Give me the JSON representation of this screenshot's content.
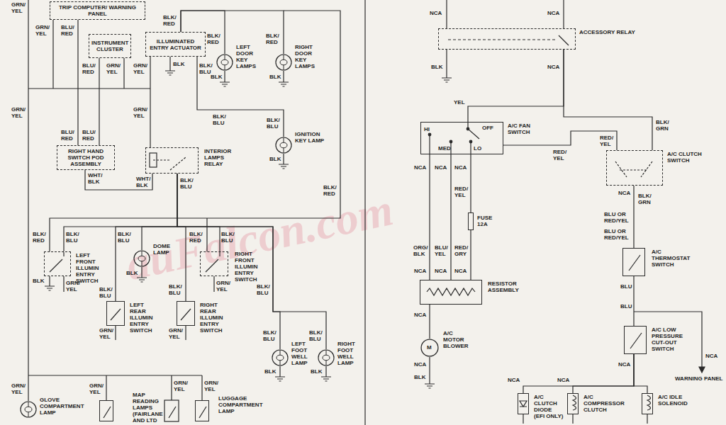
{
  "diagram": {
    "nodes": [
      {
        "text": [
          "TRIP COMPUTER/ WARNING PANEL"
        ]
      },
      {
        "text": [
          "INSTRUMENT CLUSTER"
        ]
      },
      {
        "text": [
          "ILLUMINATED ENTRY ACTUATOR"
        ]
      },
      {
        "text": [
          "LEFT DOOR KEY LAMPS"
        ]
      },
      {
        "text": [
          "RIGHT DOOR KEY LAMPS"
        ]
      },
      {
        "text": [
          "RIGHT HAND SWITCH POD ASSEMBLY"
        ]
      },
      {
        "text": [
          "INTERIOR LAMPS RELAY"
        ]
      },
      {
        "text": [
          "IGNITION KEY LAMP"
        ]
      },
      {
        "text": [
          "LEFT FRONT ILLUMIN ENTRY SWITCH"
        ]
      },
      {
        "text": [
          "DOME LAMP"
        ]
      },
      {
        "text": [
          "RIGHT FRONT ILLUMIN ENTRY SWITCH"
        ]
      },
      {
        "text": [
          "LEFT REAR ILLUMIN ENTRY SWITCH"
        ]
      },
      {
        "text": [
          "RIGHT REAR ILLUMIN ENTRY SWITCH"
        ]
      },
      {
        "text": [
          "LEFT FOOT WELL LAMP"
        ]
      },
      {
        "text": [
          "RIGHT FOOT WELL LAMP"
        ]
      },
      {
        "text": [
          "GLOVE COMPARTMENT LAMP"
        ]
      },
      {
        "text": [
          "MAP READING LAMPS (FAIRLANE AND LTD"
        ]
      },
      {
        "text": [
          "LUGGAGE COMPARTMENT LAMP"
        ]
      },
      {
        "text": [
          "ACCESSORY RELAY"
        ]
      },
      {
        "text": [
          "A/C FAN SWITCH"
        ]
      },
      {
        "text": [
          "FUSE 12A"
        ]
      },
      {
        "text": [
          "RESISTOR ASSEMBLY"
        ]
      },
      {
        "text": [
          "A/C MOTOR BLOWER"
        ]
      },
      {
        "text": [
          "A/C CLUTCH SWITCH"
        ]
      },
      {
        "text": [
          "A/C THERMOSTAT SWITCH"
        ]
      },
      {
        "text": [
          "A/C LOW PRESSURE CUT-OUT SWITCH"
        ]
      },
      {
        "text": [
          "A/C CLUTCH DIODE (EFI ONLY)"
        ]
      },
      {
        "text": [
          "A/C COMPRESSOR CLUTCH"
        ]
      },
      {
        "text": [
          "A/C IDLE SOLENOID"
        ]
      }
    ],
    "edges": [
      {
        "from": 18,
        "to": 19,
        "arrow": "none",
        "label": "YEL"
      },
      {
        "from": 18,
        "to": 23,
        "arrow": "none",
        "label": "BLK/ GRN"
      },
      {
        "from": 19,
        "to": 21,
        "arrow": "none"
      },
      {
        "from": 21,
        "to": 22,
        "arrow": "none"
      },
      {
        "from": 23,
        "to": 24,
        "arrow": "none"
      },
      {
        "from": 24,
        "to": 25,
        "arrow": "none"
      },
      {
        "from": 25,
        "to": 26,
        "arrow": "none"
      },
      {
        "from": 25,
        "to": 27,
        "arrow": "none"
      },
      {
        "from": 25,
        "to": 28,
        "arrow": "none"
      },
      {
        "from": 2,
        "to": 3,
        "arrow": "none"
      },
      {
        "from": 2,
        "to": 4,
        "arrow": "none"
      },
      {
        "from": 2,
        "to": 7,
        "arrow": "none"
      },
      {
        "from": 6,
        "to": 5,
        "arrow": "none"
      },
      {
        "from": 6,
        "to": 8,
        "arrow": "none"
      },
      {
        "from": 6,
        "to": 9,
        "arrow": "none"
      },
      {
        "from": 6,
        "to": 10,
        "arrow": "none"
      },
      {
        "from": 6,
        "to": 11,
        "arrow": "none"
      },
      {
        "from": 6,
        "to": 12,
        "arrow": "none"
      },
      {
        "from": 6,
        "to": 13,
        "arrow": "none"
      },
      {
        "from": 6,
        "to": 14,
        "arrow": "none"
      }
    ],
    "labels": [
      "GRN/ YEL",
      "GRN/ YEL",
      "BLU/ RED",
      "BLK/ RED",
      "BLU/ RED",
      "GRN/ YEL",
      "GRN/ YEL",
      "BLK",
      "BLK/ BLU",
      "BLK/ RED",
      "BLK/ RED",
      "BLK",
      "BLK",
      "GRN/ YEL",
      "BLU/ RED",
      "BLU/ RED",
      "GRN/ YEL",
      "WHT/ BLK",
      "WHT/ BLK",
      "BLK/ BLU",
      "BLK/ BLU",
      "BLK/ BLU",
      "BLK",
      "BLK/ RED",
      "BLK/ RED",
      "BLK/ BLU",
      "BLK/ BLU",
      "BLK/ RED",
      "BLK/ BLU",
      "BLK",
      "GRN/ YEL",
      "BLK",
      "GRN/ YEL",
      "BLK/ BLU",
      "BLK/ BLU",
      "BLK/ BLU",
      "GRN/ YEL",
      "GRN/ YEL",
      "BLK/ BLU",
      "BLK/ BLU",
      "BLK",
      "BLK",
      "GRN/ YEL",
      "GRN/ YEL",
      "GRN/ YEL",
      "GRN/ YEL",
      "NCA",
      "NCA",
      "BLK",
      "NCA",
      "HI",
      "OFF",
      "MED",
      "LO",
      "NCA",
      "NCA",
      "NCA",
      "RED/ YEL",
      "ORG/ BLK",
      "BLU/ YEL",
      "RED/ GRY",
      "NCA",
      "NCA",
      "NCA",
      "NCA",
      "M",
      "NCA",
      "BLK",
      "RED/ YEL",
      "RED/ YEL",
      "NCA",
      "BLU OR RED/YEL",
      "BLK/ GRN",
      "BLU OR RED/YEL",
      "BLU",
      "BLU",
      "NCA",
      "NCA",
      "NCA",
      "NCA",
      "WARNING PANEL",
      "auFalcon.com"
    ]
  }
}
